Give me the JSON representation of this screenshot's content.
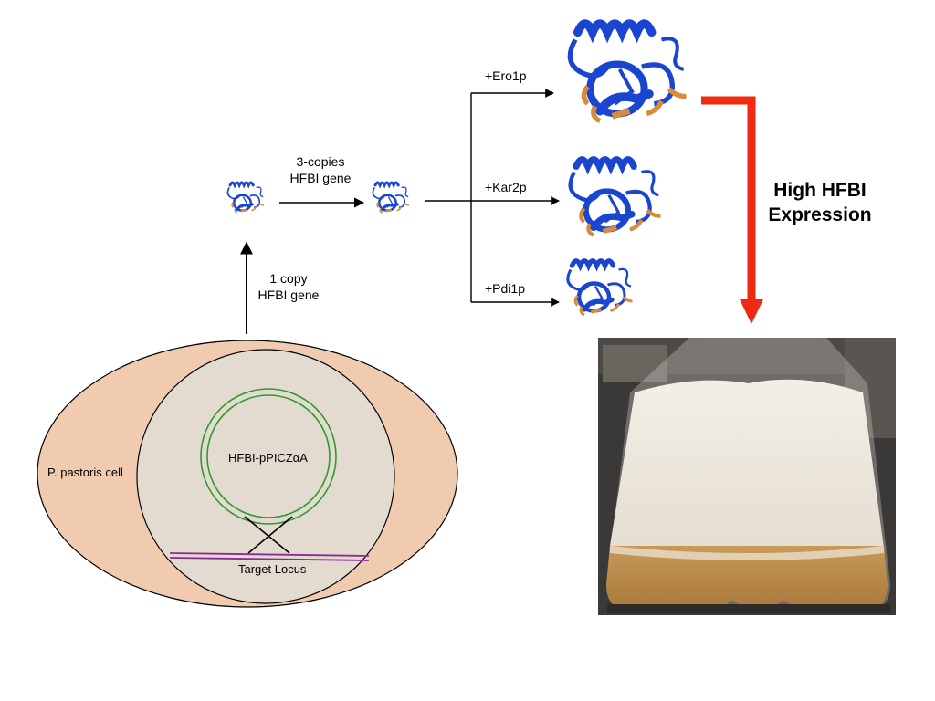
{
  "labels": {
    "cell": "P. pastoris cell",
    "plasmid": "HFBI-pPICZαA",
    "locus": "Target Locus",
    "one_copy_line1": "1 copy",
    "one_copy_line2": "HFBI gene",
    "three_copy_line1": "3-copies",
    "three_copy_line2": "HFBI gene",
    "ero1p": "+Ero1p",
    "kar2p": "+Kar2p",
    "pdi1p": "+Pdi1p",
    "outcome_line1": "High HFBI",
    "outcome_line2": "Expression"
  },
  "colors": {
    "cell_fill": "#f0cbb0",
    "nucleus_fill": "#e3dbd0",
    "plasmid_ring": "#2e9a2e",
    "locus_line": "#8a2b9a",
    "protein_blue": "#1a45d0",
    "protein_orange": "#d98a3a",
    "big_arrow": "#ee2a12",
    "photo_bg": "#3b3838",
    "culture_foam": "#ece7dc",
    "culture_liquid": "#b98a4a"
  },
  "icons": {
    "protein": "hfbi-protein-structure-icon",
    "flask": "shake-flask-culture-photo"
  }
}
